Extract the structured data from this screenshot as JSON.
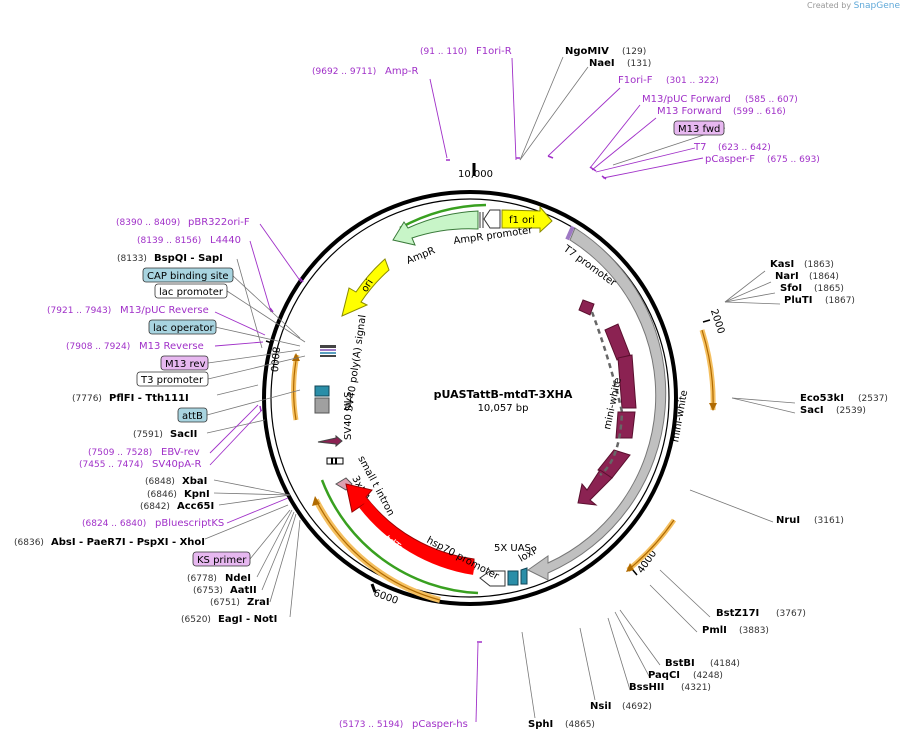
{
  "credit": {
    "created_by": "Created by",
    "brand": "SnapGene"
  },
  "plasmid": {
    "name": "pUASTattB-mtdT-3XHA",
    "size": "10,057 bp"
  },
  "ticks": [
    "10,000",
    "2000",
    "4000",
    "6000",
    "8000"
  ],
  "sites": [
    {
      "name": "NgoMIV",
      "coord": "(129)"
    },
    {
      "name": "NaeI",
      "coord": "(131)"
    },
    {
      "name": "KasI",
      "coord": "(1863)"
    },
    {
      "name": "NarI",
      "coord": "(1864)"
    },
    {
      "name": "SfoI",
      "coord": "(1865)"
    },
    {
      "name": "PluTI",
      "coord": "(1867)"
    },
    {
      "name": "Eco53kI",
      "coord": "(2537)"
    },
    {
      "name": "SacI",
      "coord": "(2539)"
    },
    {
      "name": "NruI",
      "coord": "(3161)"
    },
    {
      "name": "BstZ17I",
      "coord": "(3767)"
    },
    {
      "name": "PmlI",
      "coord": "(3883)"
    },
    {
      "name": "BstBI",
      "coord": "(4184)"
    },
    {
      "name": "PaqCI",
      "coord": "(4248)"
    },
    {
      "name": "BssHII",
      "coord": "(4321)"
    },
    {
      "name": "NsiI",
      "coord": "(4692)"
    },
    {
      "name": "SphI",
      "coord": "(4865)"
    },
    {
      "name": "BspQI - SapI",
      "coord": "(8133)"
    },
    {
      "name": "PflFI - Tth111I",
      "coord": "(7776)"
    },
    {
      "name": "SacII",
      "coord": "(7591)"
    },
    {
      "name": "XbaI",
      "coord": "(6848)"
    },
    {
      "name": "KpnI",
      "coord": "(6846)"
    },
    {
      "name": "Acc65I",
      "coord": "(6842)"
    },
    {
      "name": "AbsI - PaeR7I - PspXI - XhoI",
      "coord": "(6836)"
    },
    {
      "name": "NdeI",
      "coord": "(6778)"
    },
    {
      "name": "AatII",
      "coord": "(6753)"
    },
    {
      "name": "ZraI",
      "coord": "(6751)"
    },
    {
      "name": "EagI - NotI",
      "coord": "(6520)"
    }
  ],
  "primers": [
    {
      "name": "F1ori-R",
      "coord": "(91 .. 110)"
    },
    {
      "name": "Amp-R",
      "coord": "(9692 .. 9711)"
    },
    {
      "name": "F1ori-F",
      "coord": "(301 .. 322)"
    },
    {
      "name": "M13/pUC Forward",
      "coord": "(585 .. 607)"
    },
    {
      "name": "M13 Forward",
      "coord": "(599 .. 616)"
    },
    {
      "name": "T7",
      "coord": "(623 .. 642)"
    },
    {
      "name": "pCasper-F",
      "coord": "(675 .. 693)"
    },
    {
      "name": "pBR322ori-F",
      "coord": "(8390 .. 8409)"
    },
    {
      "name": "L4440",
      "coord": "(8139 .. 8156)"
    },
    {
      "name": "M13/pUC Reverse",
      "coord": "(7921 .. 7943)"
    },
    {
      "name": "M13 Reverse",
      "coord": "(7908 .. 7924)"
    },
    {
      "name": "EBV-rev",
      "coord": "(7509 .. 7528)"
    },
    {
      "name": "SV40pA-R",
      "coord": "(7455 .. 7474)"
    },
    {
      "name": "pBluescriptKS",
      "coord": "(6824 .. 6840)"
    },
    {
      "name": "pCasper-hs",
      "coord": "(5173 .. 5194)"
    }
  ],
  "boxed_labels": [
    "M13 fwd",
    "CAP binding site",
    "lac promoter",
    "lac operator",
    "M13 rev",
    "T3 promoter",
    "attB",
    "KS primer"
  ],
  "features": [
    "f1 ori",
    "AmpR promoter",
    "AmpR",
    "ori",
    "T7 promoter",
    "mini-white",
    "mini-white",
    "SV40 poly(A) signal",
    "SV40 NLS",
    "small t intron",
    "3xHA",
    "tdTomato",
    "hsp70 promoter",
    "5X UAS",
    "loxP"
  ],
  "colors": {
    "primer": "#a030c8",
    "backbone": "#000000",
    "mini_white": "#8b2252",
    "tdtomato": "#ff0000",
    "ampr": "#c8f5c8",
    "f1ori": "#ffff00",
    "orf": "#f0a030",
    "attb": "#a8d4e0",
    "gray_feature": "#c0c0c0"
  }
}
